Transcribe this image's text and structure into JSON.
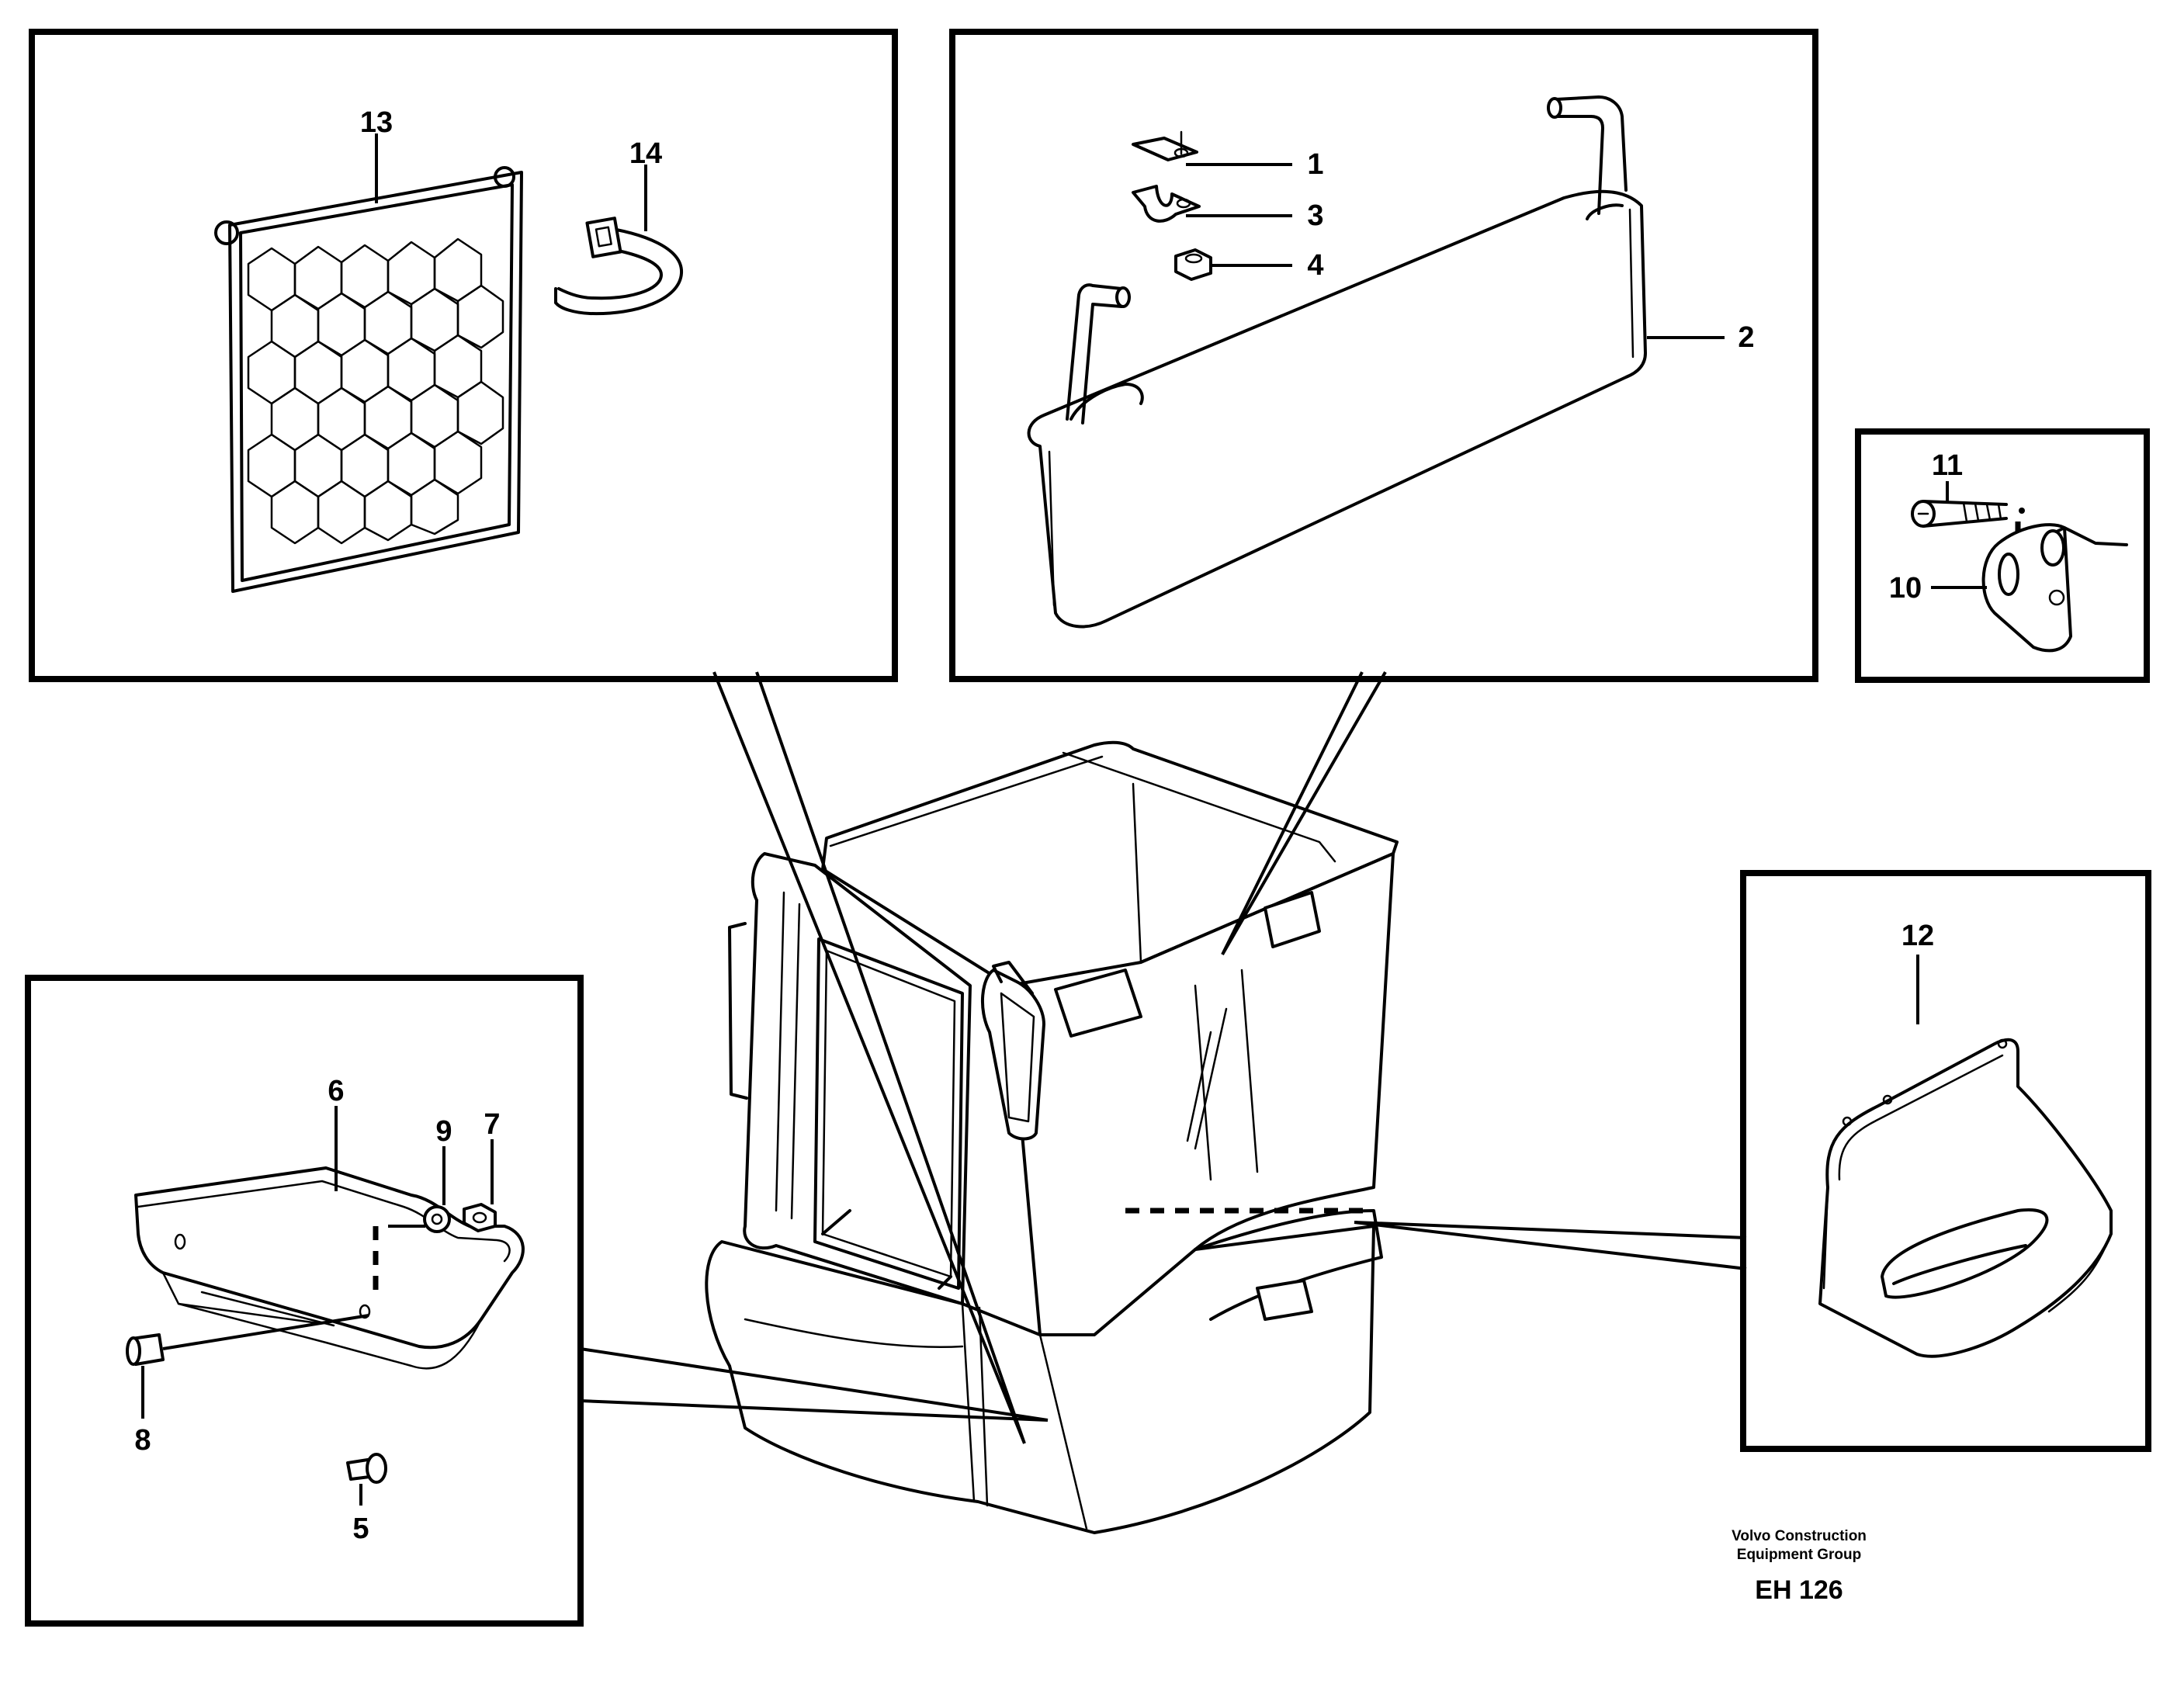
{
  "callouts": {
    "c1": "1",
    "c2": "2",
    "c3": "3",
    "c4": "4",
    "c5": "5",
    "c6": "6",
    "c7": "7",
    "c8": "8",
    "c9": "9",
    "c10": "10",
    "c11": "11",
    "c12": "12",
    "c13": "13",
    "c14": "14"
  },
  "footer": {
    "company_line1": "Volvo Construction",
    "company_line2": "Equipment Group",
    "drawing_code": "EH 126"
  }
}
